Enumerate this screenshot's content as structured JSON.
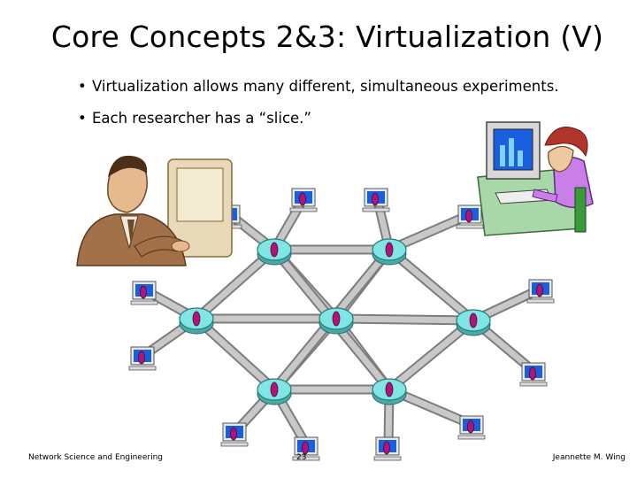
{
  "slide": {
    "title": "Core Concepts 2&3: Virtualization (V)",
    "bullets": [
      "Virtualization allows many different, simultaneous experiments.",
      "Each researcher has a “slice.”"
    ],
    "bullet_glyph": "•"
  },
  "footer": {
    "left": "Network Science and Engineering",
    "center": "23",
    "right": "Jeannette M. Wing"
  },
  "colors": {
    "link_outer": "#7d7d7d",
    "link_inner": "#c8c8c8",
    "router": "#7fe5e5",
    "slice_marker": "#b0147a",
    "screen": "#1a5fe0",
    "researcher_shirt": "#c97ee8",
    "desk": "#a8d8a8"
  },
  "icons": [
    "male-researcher-clipart",
    "female-researcher-clipart",
    "router-icon",
    "desktop-computer-icon"
  ]
}
